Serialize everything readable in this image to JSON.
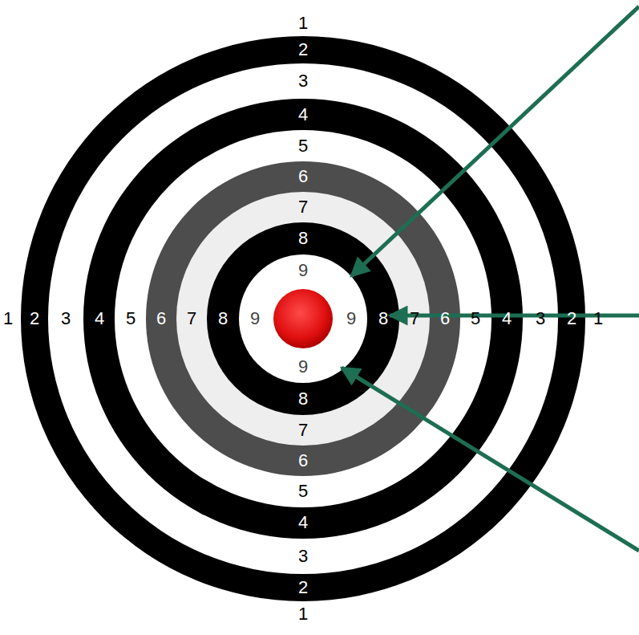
{
  "diagram": {
    "labels": [
      "1",
      "2",
      "3",
      "4",
      "5",
      "6",
      "7",
      "8",
      "9",
      "1",
      "2",
      "3",
      "4",
      "5",
      "6",
      "7",
      "8",
      "9",
      "9",
      "8",
      "7",
      "6",
      "5",
      "4",
      "3",
      "2",
      "1",
      "9",
      "8",
      "7",
      "6",
      "5",
      "4",
      "3",
      "2",
      "1"
    ]
  }
}
